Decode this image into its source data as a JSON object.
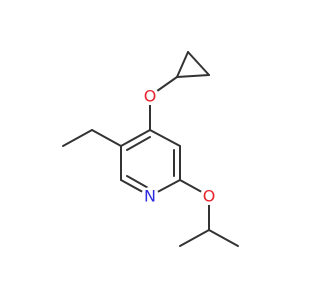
{
  "molecule": {
    "atoms": [
      {
        "element": "O",
        "label": "O",
        "color": "#e8232d"
      },
      {
        "element": "O",
        "label": "O",
        "color": "#e8232d"
      },
      {
        "element": "N",
        "label": "N",
        "color": "#2c2cdf"
      }
    ],
    "bond_color": "#333333",
    "background": "#ffffff"
  }
}
